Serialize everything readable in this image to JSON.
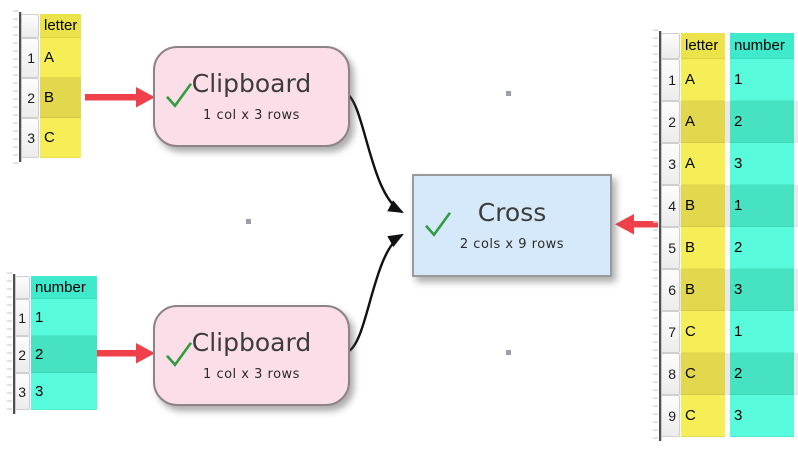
{
  "nodes": {
    "clipboard_top": {
      "title": "Clipboard",
      "subtitle": "1 col x 3 rows"
    },
    "clipboard_bottom": {
      "title": "Clipboard",
      "subtitle": "1 col x 3 rows"
    },
    "cross": {
      "title": "Cross",
      "subtitle": "2 cols x 9 rows"
    }
  },
  "tables": {
    "letter_input": {
      "header": "letter",
      "rows": [
        {
          "num": "1",
          "value": "A"
        },
        {
          "num": "2",
          "value": "B"
        },
        {
          "num": "3",
          "value": "C"
        }
      ]
    },
    "number_input": {
      "header": "number",
      "rows": [
        {
          "num": "1",
          "value": "1"
        },
        {
          "num": "2",
          "value": "2"
        },
        {
          "num": "3",
          "value": "3"
        }
      ]
    },
    "output": {
      "headers": {
        "letter": "letter",
        "number": "number"
      },
      "rows": [
        {
          "num": "1",
          "letter": "A",
          "number": "1"
        },
        {
          "num": "2",
          "letter": "A",
          "number": "2"
        },
        {
          "num": "3",
          "letter": "A",
          "number": "3"
        },
        {
          "num": "4",
          "letter": "B",
          "number": "1"
        },
        {
          "num": "5",
          "letter": "B",
          "number": "2"
        },
        {
          "num": "6",
          "letter": "B",
          "number": "3"
        },
        {
          "num": "7",
          "letter": "C",
          "number": "1"
        },
        {
          "num": "8",
          "letter": "C",
          "number": "2"
        },
        {
          "num": "9",
          "letter": "C",
          "number": "3"
        }
      ]
    }
  },
  "colors": {
    "yellow_header": "#ece34a",
    "yellow_row": "#f6ee57",
    "yellow_row_alt": "#e2d84e",
    "teal_header": "#3fe9cb",
    "teal_row": "#58fcdc",
    "teal_row_alt": "#47e2c2",
    "node_pink": "#fcdee9",
    "node_blue": "#d6e9fb",
    "check_green": "#2e9e3e",
    "arrow_red": "#f0414a",
    "connector_black": "#111111"
  }
}
